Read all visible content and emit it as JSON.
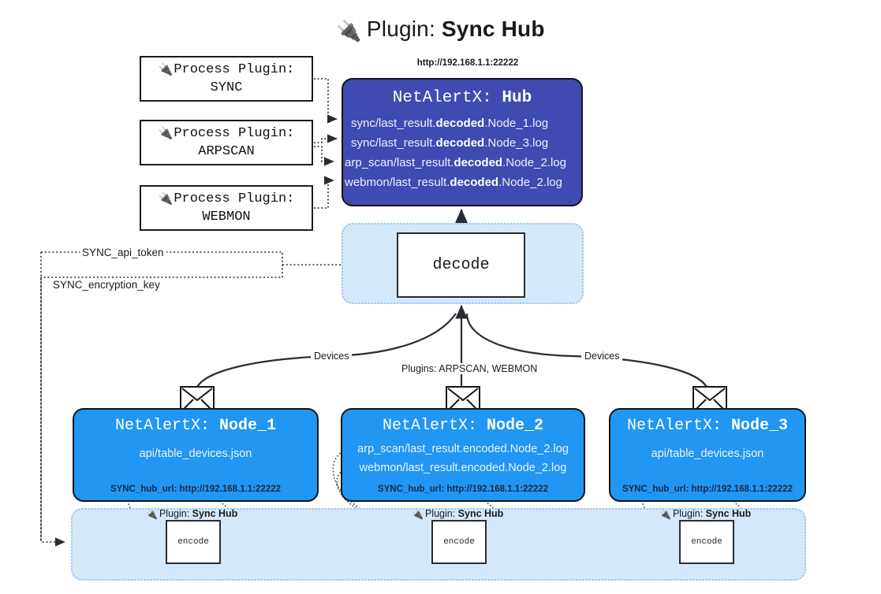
{
  "title": {
    "icon": "electric-plug-icon",
    "glyph": "🔌",
    "prefix": "Plugin:",
    "name": "Sync Hub"
  },
  "process_plugins": {
    "heading": "Process Plugin:",
    "icon": "electric-plug-icon",
    "glyph": "🔌",
    "items": [
      {
        "name": "SYNC"
      },
      {
        "name": "ARPSCAN"
      },
      {
        "name": "WEBMON"
      }
    ]
  },
  "hub": {
    "url": "http://192.168.1.1:22222",
    "title_prefix": "NetAlertX:",
    "title_name": "Hub",
    "lines": [
      {
        "pre": "sync/last_result.",
        "em": "decoded",
        "post": ".Node_1.log"
      },
      {
        "pre": "sync/last_result.",
        "em": "decoded",
        "post": ".Node_3.log"
      },
      {
        "pre": "arp_scan/last_result.",
        "em": "decoded",
        "post": ".Node_2.log"
      },
      {
        "pre": "webmon/last_result.",
        "em": "decoded",
        "post": ".Node_2.log"
      }
    ],
    "color": "#3f4bb0"
  },
  "decode": {
    "label": "decode",
    "band_color": "#d4e8fa"
  },
  "settings": {
    "api_token": "SYNC_api_token",
    "encryption_key": "SYNC_encryption_key"
  },
  "edge_labels": {
    "left_devices": "Devices",
    "right_devices": "Devices",
    "center_plugins": "Plugins: ARPSCAN, WEBMON"
  },
  "nodes": [
    {
      "title_prefix": "NetAlertX:",
      "title_name": "Node_1",
      "icon": "envelope-icon",
      "lines": [
        "api/table_devices.json"
      ],
      "footer_label": "SYNC_hub_url:",
      "footer_value": "http://192.168.1.1:22222"
    },
    {
      "title_prefix": "NetAlertX:",
      "title_name": "Node_2",
      "icon": "envelope-icon",
      "lines": [
        "arp_scan/last_result.encoded.Node_2.log",
        "webmon/last_result.encoded.Node_2.log"
      ],
      "footer_label": "SYNC_hub_url:",
      "footer_value": "http://192.168.1.1:22222"
    },
    {
      "title_prefix": "NetAlertX:",
      "title_name": "Node_3",
      "icon": "envelope-icon",
      "lines": [
        "api/table_devices.json"
      ],
      "footer_label": "SYNC_hub_url:",
      "footer_value": "http://192.168.1.1:22222"
    }
  ],
  "encoders": [
    {
      "caption_prefix": "Plugin:",
      "caption_name": "Sync Hub",
      "glyph": "🔌",
      "label": "encode"
    },
    {
      "caption_prefix": "Plugin:",
      "caption_name": "Sync Hub",
      "glyph": "🔌",
      "label": "encode"
    },
    {
      "caption_prefix": "Plugin:",
      "caption_name": "Sync Hub",
      "glyph": "🔌",
      "label": "encode"
    }
  ],
  "colors": {
    "node_blue": "#2196f3",
    "hub_purple": "#3f4bb0",
    "band_blue": "#d4e8fa",
    "stroke": "#15151a"
  }
}
